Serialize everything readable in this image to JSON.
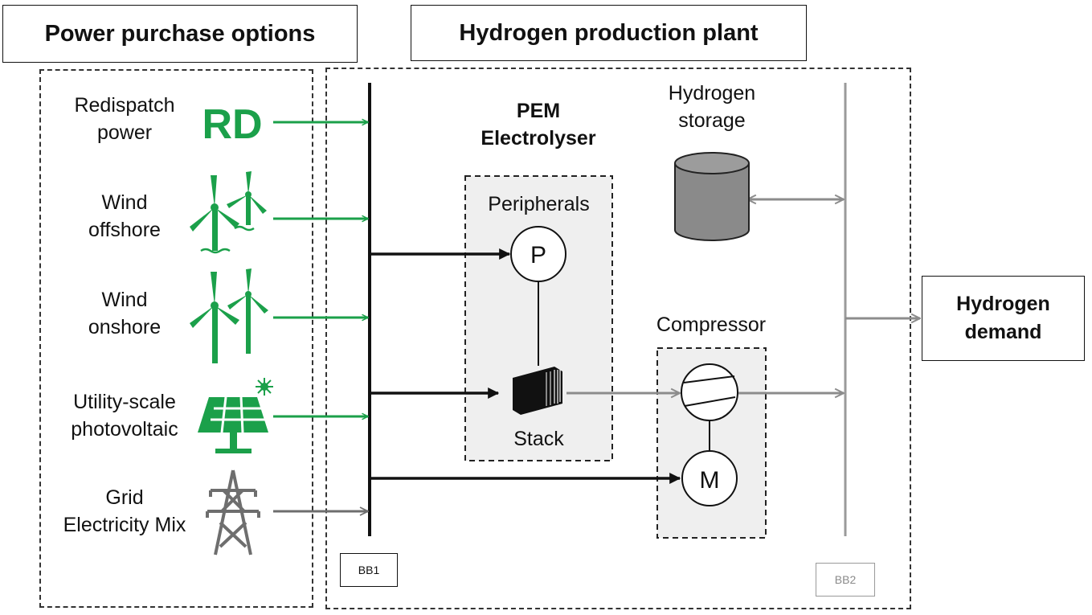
{
  "left_panel": {
    "title": "Power purchase options",
    "sources": [
      {
        "id": "redispatch",
        "label": "Redispatch\npower",
        "icon": "rd-text-icon",
        "icon_text": "RD",
        "arrow_color": "#1ba04a"
      },
      {
        "id": "wind_offshore",
        "label": "Wind\noffshore",
        "icon": "offshore-wind-turbine-icon",
        "arrow_color": "#1ba04a"
      },
      {
        "id": "wind_onshore",
        "label": "Wind\nonshore",
        "icon": "onshore-wind-turbine-icon",
        "arrow_color": "#1ba04a"
      },
      {
        "id": "pv",
        "label": "Utility-scale\nphotovoltaic",
        "icon": "solar-panel-icon",
        "arrow_color": "#1ba04a"
      },
      {
        "id": "grid",
        "label": "Grid\nElectricity Mix",
        "icon": "transmission-tower-icon",
        "arrow_color": "#6e6e6e"
      }
    ]
  },
  "right_panel": {
    "title": "Hydrogen production plant",
    "electrolyser_title": "PEM\nElectrolyser",
    "peripherals_label": "Peripherals",
    "peripherals_node": "P",
    "stack_label": "Stack",
    "storage_label": "Hydrogen\nstorage",
    "compressor_label": "Compressor",
    "motor_node": "M",
    "busbar1": "BB1",
    "busbar2": "BB2"
  },
  "demand": {
    "label": "Hydrogen\ndemand"
  },
  "colors": {
    "green": "#1ba04a",
    "gray_line": "#8c8c8c",
    "panel_fill": "#efefef",
    "storage_fill": "#8a8a8a"
  }
}
